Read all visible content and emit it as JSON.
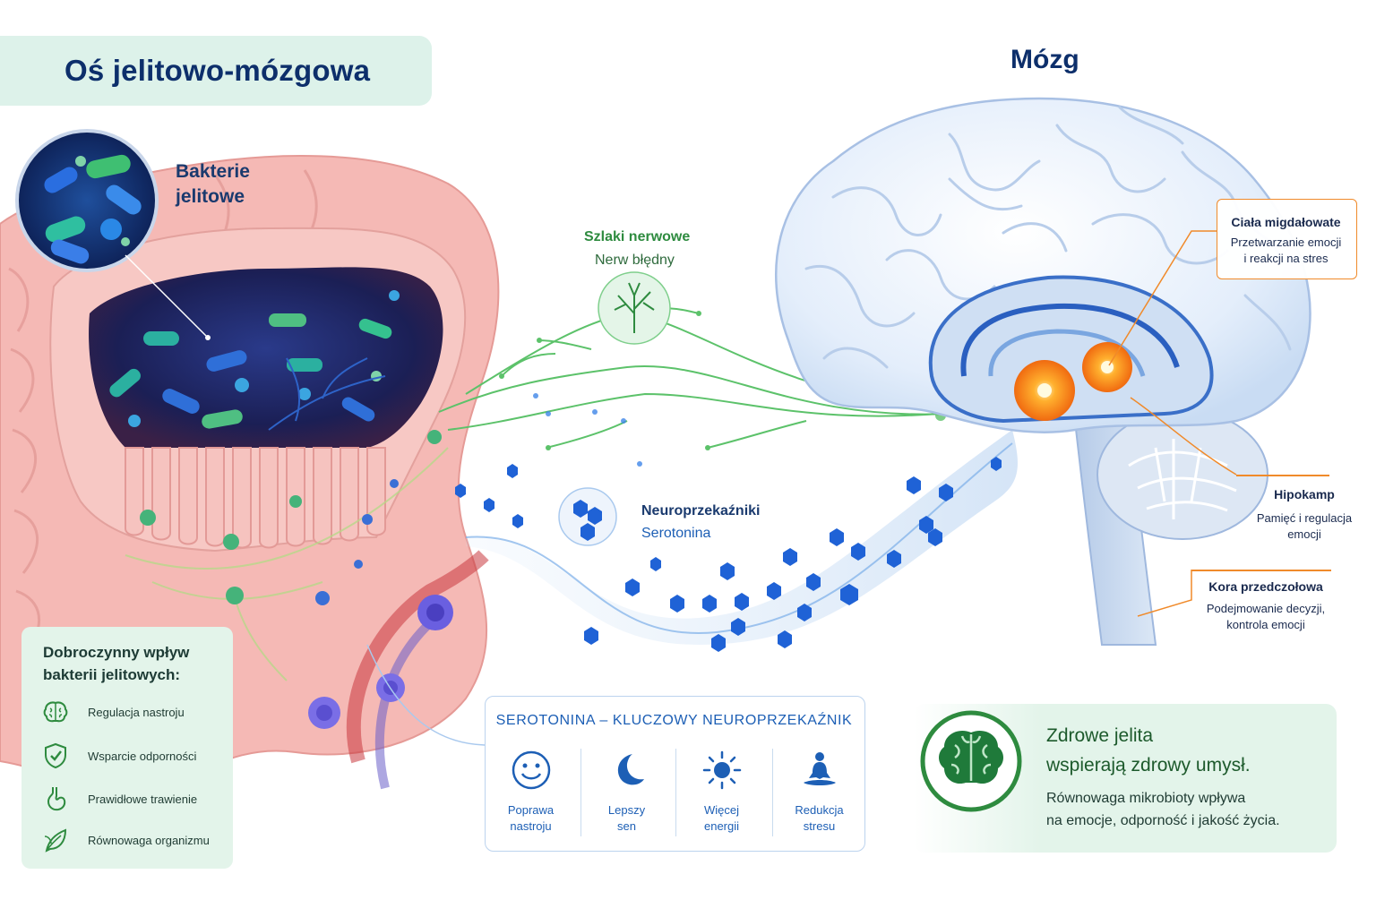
{
  "title": "Oś jelitowo-mózgowa",
  "brain_title": "Mózg",
  "gut": {
    "bacteria_label_line1": "Bakterie",
    "bacteria_label_line2": "jelitowe"
  },
  "nerve": {
    "title": "Szlaki nerwowe",
    "subtitle": "Nerw błędny"
  },
  "neurotransmitters": {
    "title": "Neuroprzekaźniki",
    "subtitle": "Serotonina"
  },
  "brain_regions": {
    "amygdala": {
      "title": "Ciała migdałowate",
      "desc_line1": "Przetwarzanie emocji",
      "desc_line2": "i reakcji na stres"
    },
    "hippocampus": {
      "title": "Hipokamp",
      "desc_line1": "Pamięć i regulacja",
      "desc_line2": "emocji"
    },
    "prefrontal": {
      "title": "Kora przedczołowa",
      "desc_line1": "Podejmowanie decyzji,",
      "desc_line2": "kontrola emocji"
    }
  },
  "benefits": {
    "title_line1": "Dobroczynny wpływ",
    "title_line2": "bakterii jelitowych:",
    "items": [
      {
        "label": "Regulacja nastroju",
        "icon": "brain-icon"
      },
      {
        "label": "Wsparcie odporności",
        "icon": "shield-icon"
      },
      {
        "label": "Prawidłowe trawienie",
        "icon": "stomach-icon"
      },
      {
        "label": "Równowaga organizmu",
        "icon": "leaf-icon"
      }
    ]
  },
  "serotonin": {
    "title": "SEROTONINA – KLUCZOWY NEUROPRZEKAŹNIK",
    "items": [
      {
        "line1": "Poprawa",
        "line2": "nastroju",
        "icon": "smile-icon"
      },
      {
        "line1": "Lepszy",
        "line2": "sen",
        "icon": "moon-icon"
      },
      {
        "line1": "Więcej",
        "line2": "energii",
        "icon": "sun-icon"
      },
      {
        "line1": "Redukcja",
        "line2": "stresu",
        "icon": "meditation-icon"
      }
    ]
  },
  "health": {
    "heading_line1": "Zdrowe jelita",
    "heading_line2": "wspierają zdrowy umysł.",
    "text_line1": "Równowaga mikrobioty wpływa",
    "text_line2": "na emocje, odporność i jakość życia.",
    "icon": "brain-icon"
  },
  "colors": {
    "title_bg": "#ddf2ea",
    "navy": "#0d2f6b",
    "green": "#2e8b3f",
    "blue": "#1d5fb5",
    "orange": "#f08a2a",
    "gut_pink": "#f2a8a8"
  }
}
